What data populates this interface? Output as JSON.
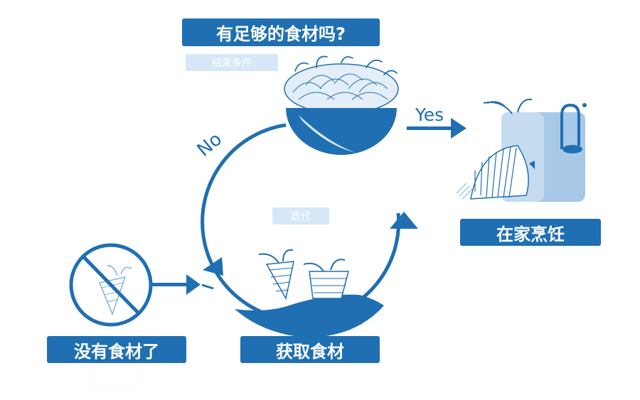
{
  "diagram": {
    "question": "有足够的食材吗?",
    "end_condition": "结束条件",
    "yes": "Yes",
    "no": "No",
    "iteration": "迭代",
    "get_ingredients": "获取食材",
    "no_ingredients": "没有食材了",
    "cook_at_home": "在家烹饪"
  },
  "colors": {
    "primary": "#1f6fb2",
    "light": "#d6e8f7",
    "mid": "#7fb3de"
  }
}
